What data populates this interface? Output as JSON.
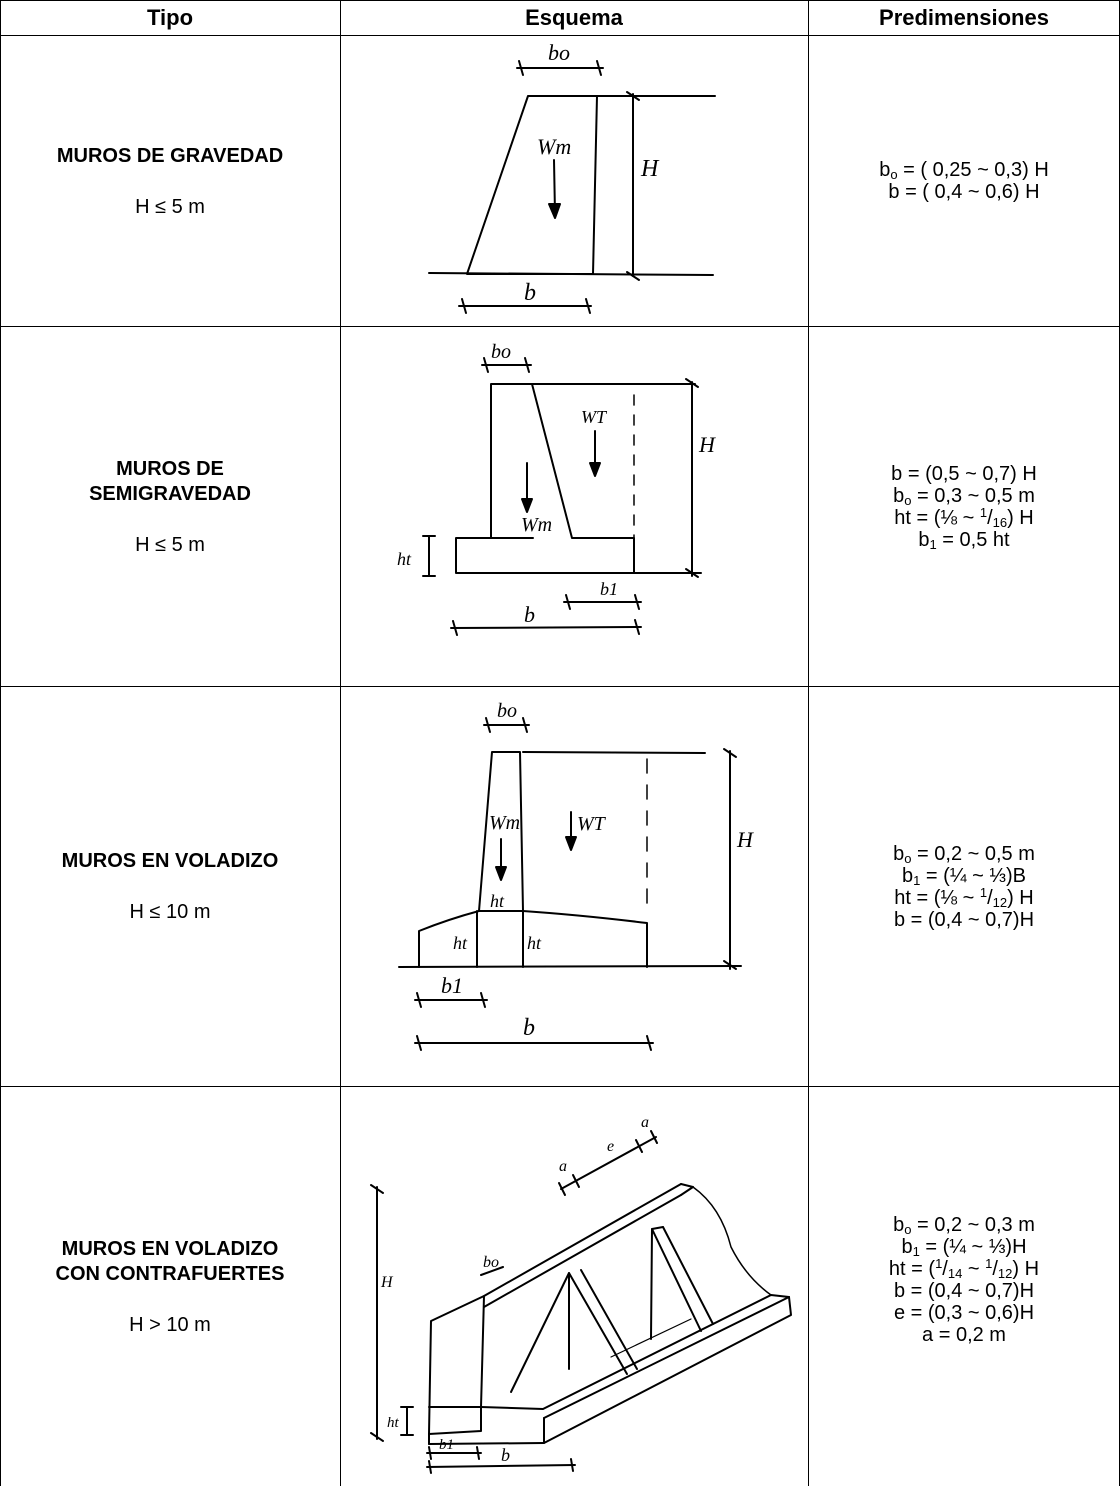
{
  "headers": {
    "tipo": "Tipo",
    "esquema": "Esquema",
    "predimensiones": "Predimensiones"
  },
  "rows": [
    {
      "tipo": "MUROS DE GRAVEDAD",
      "height": "H ≤ 5 m",
      "sketch_labels": {
        "b0": "bo",
        "wm": "Wm",
        "H": "H",
        "b": "b"
      },
      "predimensiones": [
        {
          "main": "b",
          "sub": "o",
          "rest": " = ( 0,25 ~ 0,3) H"
        },
        {
          "main": "b  = ( 0,4 ~ 0,6) H"
        }
      ]
    },
    {
      "tipo": "MUROS DE\nSEMIGRAVEDAD",
      "height": "H ≤ 5 m",
      "sketch_labels": {
        "b0": "bo",
        "wt": "WT",
        "wm": "Wm",
        "H": "H",
        "ht": "ht",
        "b1": "b1",
        "b": "b"
      },
      "predimensiones": [
        {
          "main": "b = (0,5 ~ 0,7) H"
        },
        {
          "main": "b",
          "sub": "o",
          "rest": " = 0,3 ~ 0,5 m"
        },
        {
          "main": "ht  = (⅛ ~ ",
          "sup": "1",
          "mid": "/",
          "sub": "16",
          "rest": ") H"
        },
        {
          "main": "b",
          "sub": "1",
          "rest": " = 0,5 ht"
        }
      ]
    },
    {
      "tipo": "MUROS EN VOLADIZO",
      "height": "H ≤ 10 m",
      "sketch_labels": {
        "b0": "bo",
        "wm": "Wm",
        "wt": "WT",
        "H": "H",
        "ht": "ht",
        "b1": "b1",
        "b": "b"
      },
      "predimensiones": [
        {
          "main": "b",
          "sub": "o",
          "rest": " = 0,2 ~ 0,5 m"
        },
        {
          "main": "b",
          "sub": "1",
          "rest": " = (¼ ~ ⅓)B"
        },
        {
          "main": "ht  = (⅛ ~ ",
          "sup": "1",
          "mid": "/",
          "sub": "12",
          "rest": ") H"
        },
        {
          "main": "b =  (0,4  ~ 0,7)H"
        }
      ]
    },
    {
      "tipo": "MUROS EN VOLADIZO\nCON CONTRAFUERTES",
      "height": "H > 10 m",
      "sketch_labels": {
        "b0": "bo",
        "a": "a",
        "e": "e",
        "H": "H",
        "ht": "ht",
        "b1": "b1",
        "b": "b"
      },
      "predimensiones": [
        {
          "main": "b",
          "sub": "o",
          "rest": " = 0,2 ~ 0,3 m"
        },
        {
          "main": "b",
          "sub": "1",
          "rest": " = (¼ ~ ⅓)H"
        },
        {
          "main": "ht  = (",
          "sup": "1",
          "mid": "/",
          "sub": "14",
          "rest": " ~  ",
          "sup2": "1",
          "mid2": "/",
          "sub2": "12",
          "rest2": ") H"
        },
        {
          "main": "b =  (0,4  ~ 0,7)H"
        },
        {
          "main": "e = (0,3 ~ 0,6)H"
        },
        {
          "main": "a = 0,2 m"
        }
      ]
    }
  ]
}
